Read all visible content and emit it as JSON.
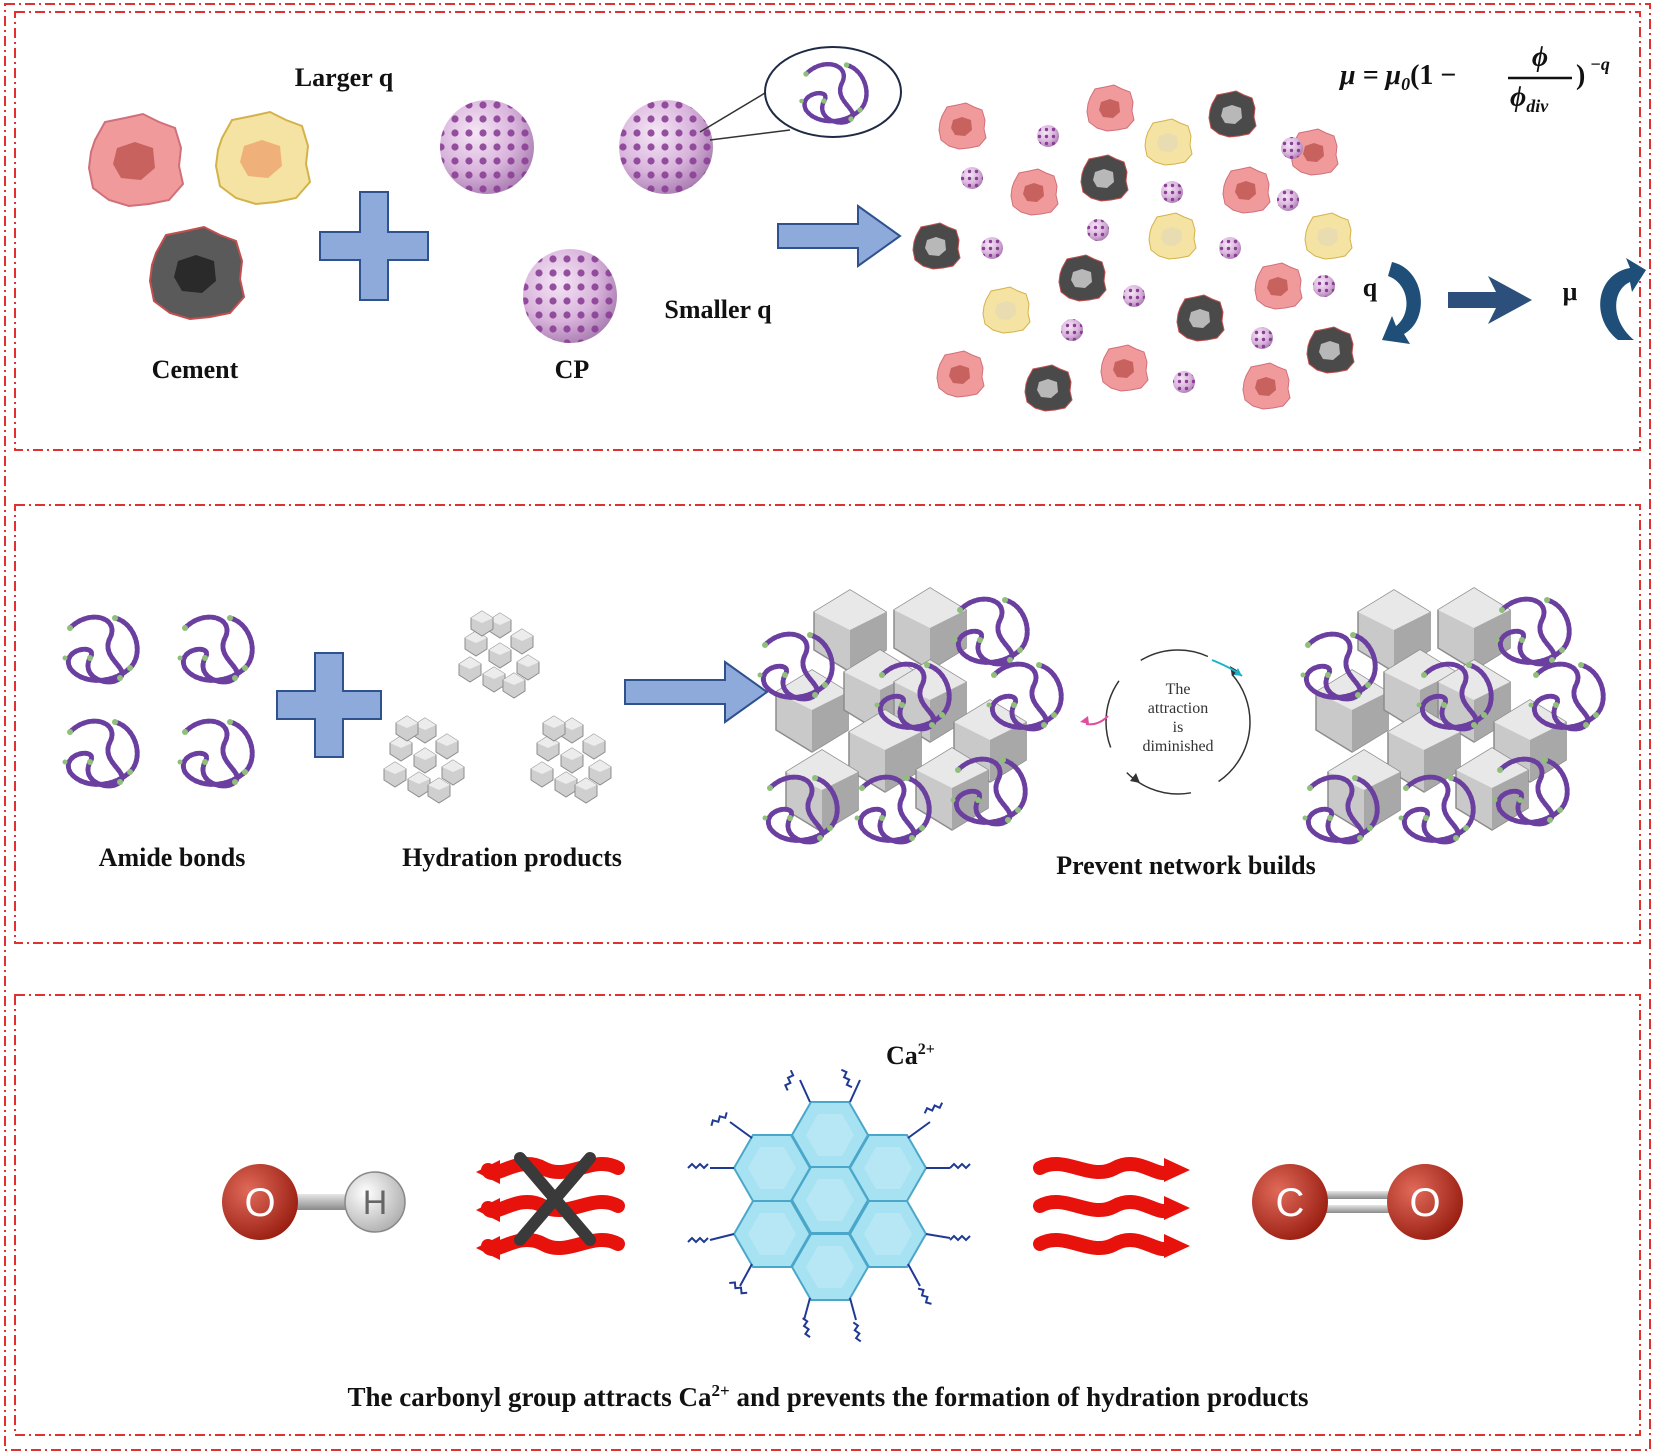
{
  "panel1": {
    "label_larger_q": "Larger q",
    "label_smaller_q": "Smaller q",
    "label_cement": "Cement",
    "label_cp": "CP",
    "formula": {
      "mu": "μ = μ",
      "mu_sub": "0",
      "open": "(1 −",
      "numerator": "ϕ",
      "denominator": "ϕ",
      "denominator_sub": "div",
      "close": ")",
      "exponent": "−q"
    },
    "label_q": "q",
    "label_mu": "μ"
  },
  "panel2": {
    "label_amide": "Amide bonds",
    "label_hydration": "Hydration products",
    "label_prevent": "Prevent network builds",
    "cycle_text": [
      "The",
      "attraction",
      "is",
      "diminished"
    ]
  },
  "panel3": {
    "ca_label": "Ca",
    "ca_sup": "2+",
    "atom_o1": "O",
    "atom_h": "H",
    "atom_c": "C",
    "atom_o2": "O",
    "caption_pre": "The carbonyl group attracts Ca",
    "caption_sup": "2+",
    "caption_post": " and prevents the formation of hydration products"
  },
  "colors": {
    "frame": "#e03030",
    "arrow_fill": "#8eaadb",
    "arrow_stroke": "#2f528f",
    "plus_fill": "#8eaadb",
    "curved_arrow": "#1f4e79",
    "cp_sphere": "#b36bb8",
    "polymer": "#6b3fa0",
    "hex": "#8fd8ec",
    "wave_red": "#e8120c",
    "atom_red": "#c0392b"
  }
}
